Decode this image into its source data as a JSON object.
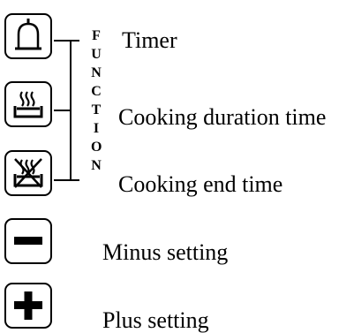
{
  "vertical_label": [
    "F",
    "U",
    "N",
    "C",
    "T",
    "I",
    "O",
    "N"
  ],
  "buttons": [
    {
      "icon": "bell-icon",
      "label": "Timer"
    },
    {
      "icon": "cooking-duration-icon",
      "label": "Cooking duration time"
    },
    {
      "icon": "cooking-end-icon",
      "label": "Cooking end time"
    },
    {
      "icon": "minus-icon",
      "label": "Minus setting"
    },
    {
      "icon": "plus-icon",
      "label": "Plus setting"
    }
  ]
}
